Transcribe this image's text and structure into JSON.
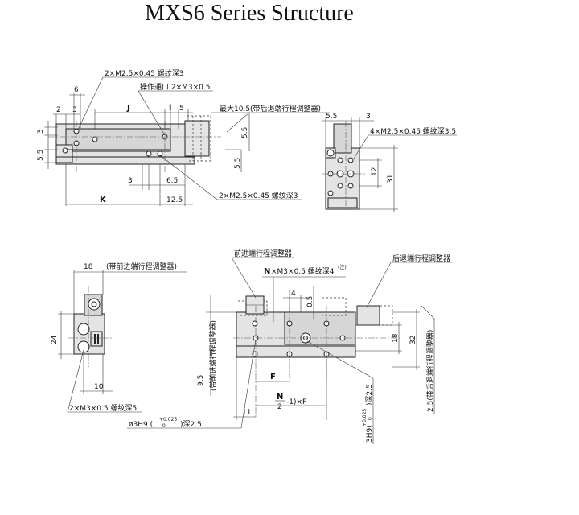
{
  "title": "MXS6 Series Structure",
  "top_view": {
    "callout_tap_top": "2×M2.5×0.45 螺纹深3",
    "callout_port": "操作通口 2×M3×0.5",
    "callout_max": "最大10.5(带后退端行程调整器)",
    "dim_6": "6",
    "dim_2": "2",
    "dim_3a": "3",
    "dim_J": "J",
    "dim_l": "l",
    "dim_5": "5",
    "dim_3b": "3",
    "dim_55a": "5.5",
    "dim_55b": "5.5",
    "dim_55c": "5.5",
    "dim_3c": "3",
    "dim_65": "6.5",
    "dim_K": "K",
    "dim_125": "12.5",
    "callout_tap_bottom": "2×M2.5×0.45 螺纹深3"
  },
  "end_view": {
    "dim_55": "5.5",
    "dim_3": "3",
    "callout": "4×M2.5×0.45 螺纹深3.5",
    "dim_12": "12",
    "dim_31": "31"
  },
  "left_view": {
    "dim_18": "18",
    "note_18": "(带前进端行程调整器)",
    "dim_24": "24",
    "dim_10": "10",
    "callout": "2×M3×0.5 螺纹深5"
  },
  "front_view": {
    "label_front_adj": "前进端行程调整器",
    "label_rear_adj": "后退端行程调整器",
    "callout_N_prefix": "N",
    "callout_N_rest": "×M3×0.5 螺纹深4",
    "callout_N_note": "(注)",
    "dim_4": "4",
    "dim_05": "0.5",
    "dim_18": "18",
    "dim_32": "32",
    "dim_F": "F",
    "dim_NF_N": "N",
    "dim_NF_2": "2",
    "dim_NF_rest": "-1)×F",
    "dim_11": "11",
    "dim_95": "9.5",
    "note_95": "(带前进端行程调整器)",
    "dim_25": "2.5(带后退端行程调整器)",
    "callout_h9": "3H9(",
    "callout_h9_tol_up": "+0.025",
    "callout_h9_tol_lo": "0",
    "callout_h9_rest": ")深2.5",
    "callout_h9_2_prefix": "ø3H9 (",
    "callout_h9_2_rest": ")深2.5",
    "callout_h9_2_up": "+0.025",
    "callout_h9_2_lo": "0"
  }
}
